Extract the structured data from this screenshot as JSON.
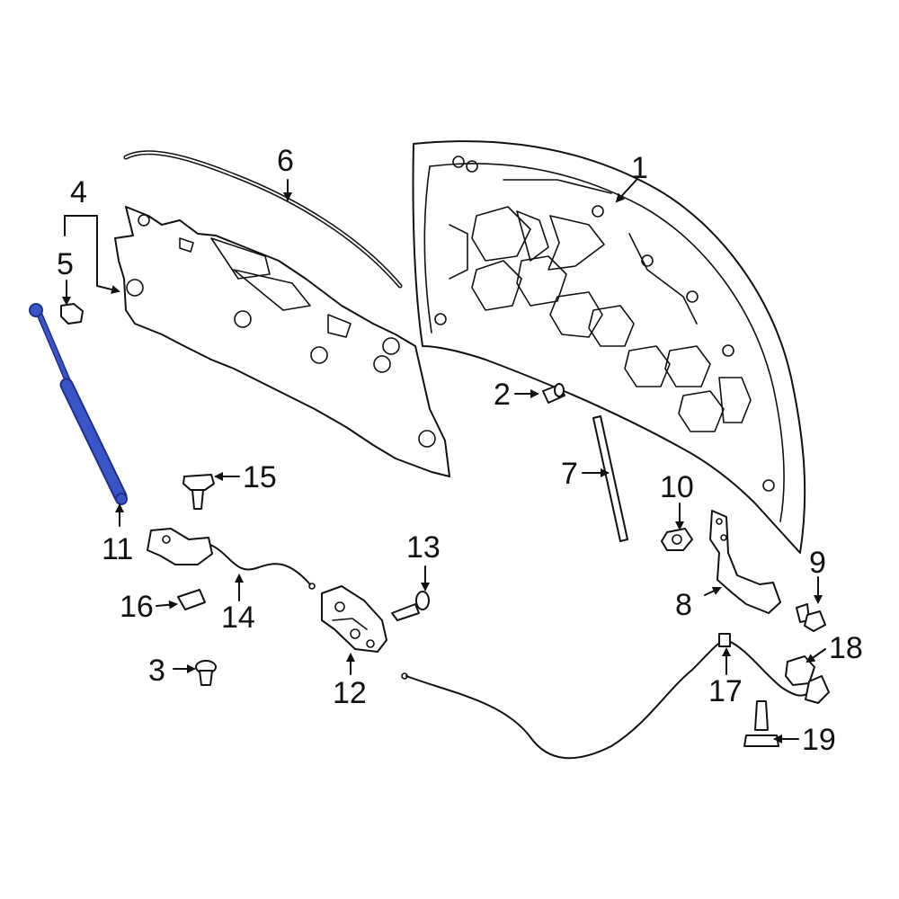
{
  "callouts": [
    "1",
    "2",
    "3",
    "4",
    "5",
    "6",
    "7",
    "8",
    "9",
    "10",
    "11",
    "12",
    "13",
    "14",
    "15",
    "16",
    "17",
    "18",
    "19"
  ],
  "colors": {
    "highlight": "#3a55c8",
    "highlight_stroke": "#1f2f8a",
    "line": "#111111",
    "background": "#ffffff"
  }
}
